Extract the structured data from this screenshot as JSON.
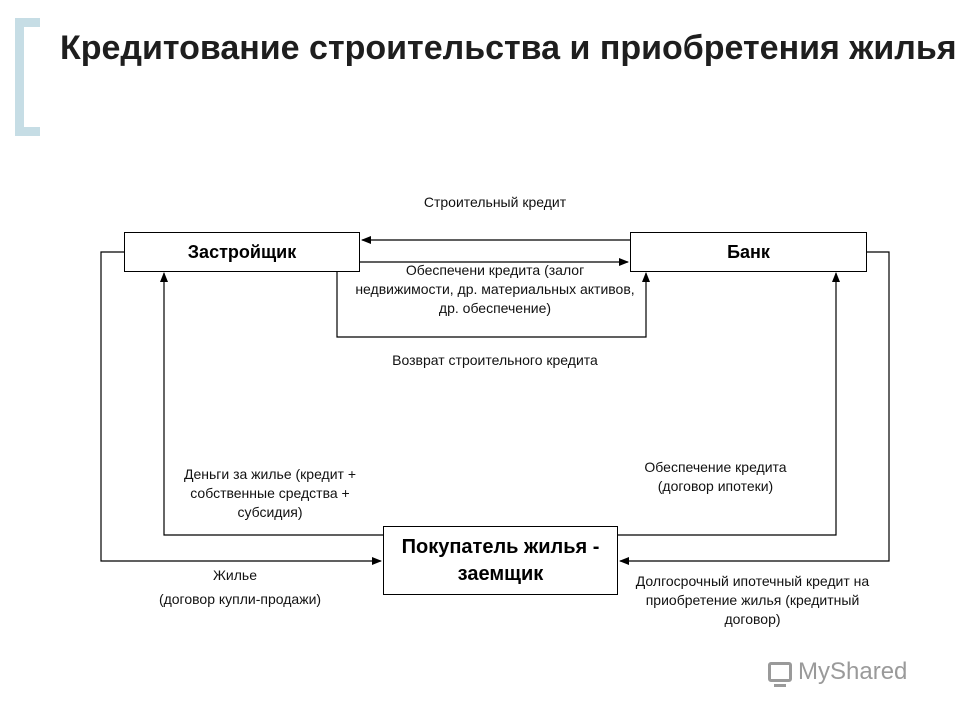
{
  "title": "Кредитование строительства и приобретения жилья",
  "nodes": {
    "developer": "Застройщик",
    "bank": "Банк",
    "buyer": "Покупатель жилья - заемщик"
  },
  "labels": {
    "construction_credit": "Строительный кредит",
    "credit_collateral": "Обеспечени кредита (залог недвижимости, др. материальных активов, др. обеспечение)",
    "credit_return": "Возврат строительного кредита",
    "money_for_housing": "Деньги за жилье (кредит + собственные средства + субсидия)",
    "credit_security": "Обеспечение кредита (договор ипотеки)",
    "housing": "Жилье",
    "sale_contract": "(договор купли-продажи)",
    "mortgage_credit": "Долгосрочный ипотечный кредит на приобретение жилья (кредитный договор)"
  },
  "logo": {
    "text": "MyShared",
    "icon": "presentation-board-icon"
  }
}
